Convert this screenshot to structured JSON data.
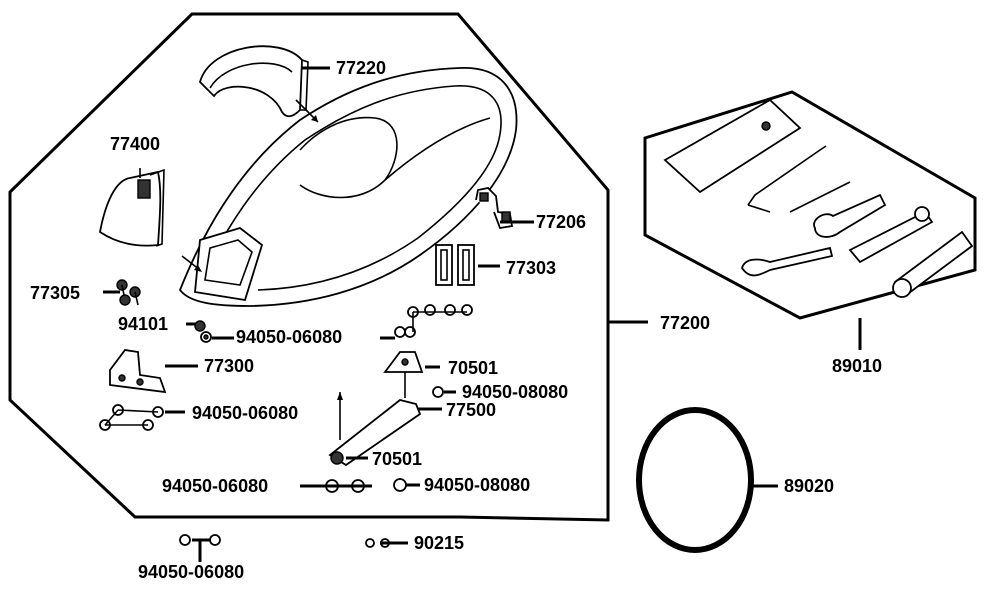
{
  "labels": {
    "seat_cover_pad": "77220",
    "seat_bracket_cover": "77400",
    "hinge_clip": "77206",
    "rubber_pads": "77303",
    "screws": "77305",
    "seat_assembly": "77200",
    "clip": "94101",
    "nut_a": "94050-06080",
    "bracket": "77300",
    "hinge_top": "70501",
    "nut_b": "94050-08080",
    "nut_c": "94050-06080",
    "hinge_arm": "77500",
    "hinge_bottom": "70501",
    "nut_d": "94050-06080",
    "nut_e": "94050-08080",
    "nut_f": "94050-06080",
    "bolt": "90215",
    "tool_kit": "89010",
    "gasket_ring": "89020"
  }
}
